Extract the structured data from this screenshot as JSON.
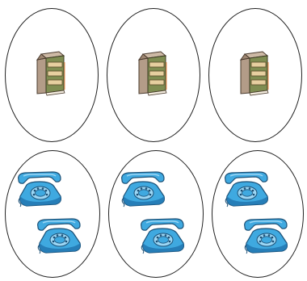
{
  "groups": [
    {
      "id": "group-1",
      "item": "book-icon",
      "count": 1
    },
    {
      "id": "group-2",
      "item": "book-icon",
      "count": 1
    },
    {
      "id": "group-3",
      "item": "book-icon",
      "count": 1
    },
    {
      "id": "group-4",
      "item": "telephone-icon",
      "count": 2
    },
    {
      "id": "group-5",
      "item": "telephone-icon",
      "count": 2
    },
    {
      "id": "group-6",
      "item": "telephone-icon",
      "count": 2
    }
  ],
  "colors": {
    "book_cover": "#b39c88",
    "book_spine": "#7f8d52",
    "book_pages": "#f6efe2",
    "phone_body": "#3fa9e0",
    "phone_dark": "#2277b0",
    "phone_light": "#9bd6f4"
  }
}
